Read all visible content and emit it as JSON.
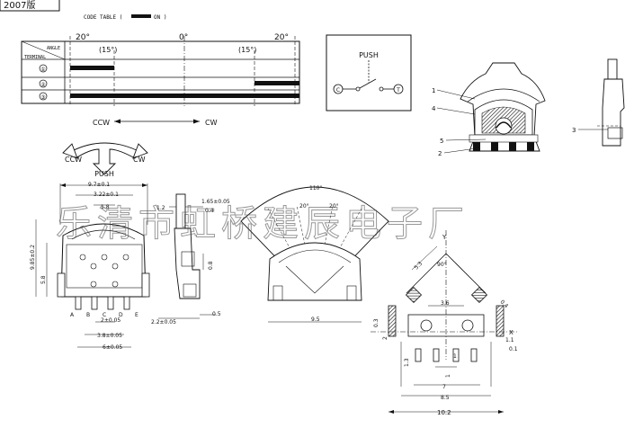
{
  "header": {
    "corner_label": "2007版",
    "code_table_label": "CODE TABLE (",
    "code_table_on": "ON )"
  },
  "code_table": {
    "angle_label": "ANGLE",
    "terminal_label": "TERMINAL",
    "angle_left": "20°",
    "angle_left_inner": "(15°)",
    "angle_center": "0°",
    "angle_right_inner": "(15°)",
    "angle_right": "20°",
    "rows": [
      "①",
      "②",
      "③"
    ]
  },
  "rotation": {
    "ccw": "CCW",
    "cw": "CW"
  },
  "switch_diagram": {
    "push_label": "PUSH",
    "left_terminal": "C",
    "right_terminal": "T"
  },
  "push_arrow": {
    "ccw": "CCW",
    "cw": "CW",
    "push": "PUSH"
  },
  "callouts": [
    "1",
    "2",
    "3",
    "4",
    "5"
  ],
  "front_view": {
    "dim_width": "9.7±0.1",
    "dim_inner": "3.22±0.1",
    "dim_small": "1.8",
    "dim_height": "9.85±0.2",
    "dim_height2": "5.8",
    "dim_pitch": "2±0.05",
    "dim_span1": "3.8±0.05",
    "dim_span2": "6±0.05",
    "pins": [
      "A",
      "B",
      "C",
      "D",
      "E"
    ]
  },
  "side_view": {
    "dim_top": "1.65±0.05",
    "dim_top2": "0.4",
    "dim_left": "1.2",
    "dim_right": "0.8",
    "dim_bottom": "2.2±0.05",
    "dim_side": "0.5"
  },
  "fan_view": {
    "angle_total": "110°",
    "angle_left": "20°",
    "angle_right": "20°",
    "dim_base": "9.5"
  },
  "pcb_view": {
    "axis_y": "Y",
    "axis_x": "X",
    "dim_angle": "90°",
    "dim_diag1": "5.3",
    "dim_diag2": "0.4",
    "dim_inner": "3.6",
    "dim_left1": "0.3",
    "dim_left2": "2",
    "dim_right1": "1.1",
    "dim_right2": "0.1",
    "dim_pad": "1.3",
    "dim_small": "1",
    "dim_pitch": "1",
    "dim_w1": "7",
    "dim_w2": "8.5",
    "dim_w3": "10.2"
  },
  "watermark": "乐清市虹桥建辰电子厂"
}
